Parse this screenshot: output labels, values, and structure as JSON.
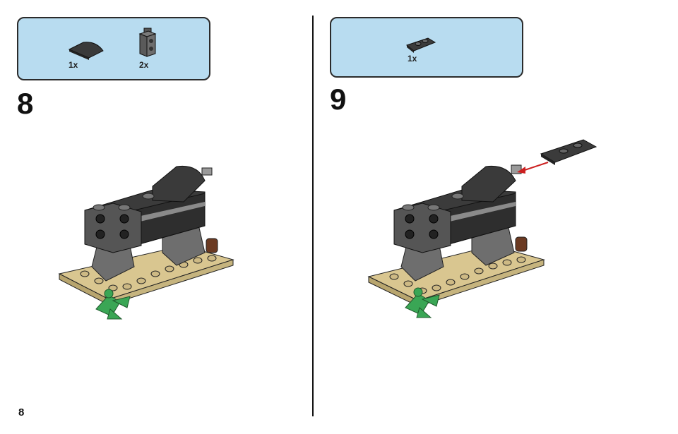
{
  "page": {
    "number": "8"
  },
  "steps": [
    {
      "number": "8",
      "parts": [
        {
          "icon": "curved-slope-dark-gray-icon",
          "qty": "1x"
        },
        {
          "icon": "brick-1x1-studs-side-icon",
          "qty": "2x"
        }
      ]
    },
    {
      "number": "9",
      "parts": [
        {
          "icon": "plate-with-clip-icon",
          "qty": "1x"
        }
      ]
    }
  ],
  "colors": {
    "panel": "#b8dcf0",
    "dark_gray": "#3b3b3b",
    "medium_gray": "#6e6e6e",
    "tan": "#d9c690",
    "green": "#3aa655",
    "arrow": "#cc2020"
  }
}
